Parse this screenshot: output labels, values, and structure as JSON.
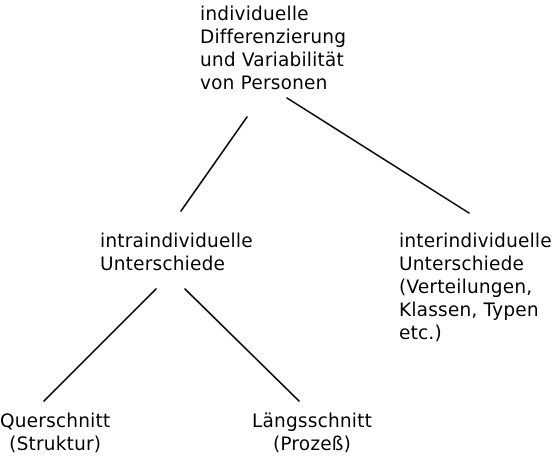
{
  "nodes": {
    "root": {
      "lines": [
        "individuelle",
        "Differenzierung",
        "und Variabilität",
        "von Personen"
      ]
    },
    "intra": {
      "lines": [
        "intraindividuelle",
        "Unterschiede"
      ]
    },
    "inter": {
      "lines": [
        "interindividuelle",
        "Unterschiede",
        "(Verteilungen,",
        "Klassen, Typen",
        "etc.)"
      ]
    },
    "quer": {
      "lines": [
        "Querschnitt",
        "(Struktur)"
      ]
    },
    "laengs": {
      "lines": [
        "Längsschnitt",
        "(Prozeß)"
      ]
    }
  }
}
